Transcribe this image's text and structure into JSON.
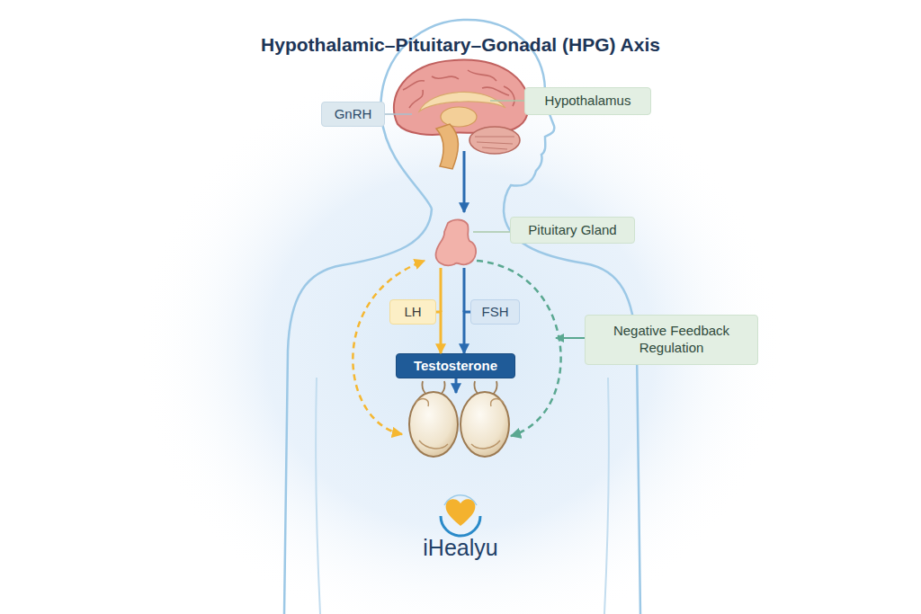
{
  "diagram": {
    "title": "Hypothalamic–Pituitary–Gonadal (HPG) Axis",
    "nodes": [
      {
        "text": [
          "GnRH"
        ]
      },
      {
        "text": [
          "Hypothalamus"
        ]
      },
      {
        "text": [
          "Pituitary Gland"
        ]
      },
      {
        "text": [
          "LH"
        ]
      },
      {
        "text": [
          "FSH"
        ]
      },
      {
        "text": [
          "Testosterone"
        ]
      },
      {
        "text": [
          "Negative Feedback Regulation"
        ]
      }
    ],
    "edges": [
      {
        "from": 3,
        "to": 5,
        "arrow": "to"
      },
      {
        "from": 4,
        "to": 5,
        "arrow": "to"
      }
    ],
    "labels": [
      "iHealyu"
    ]
  }
}
